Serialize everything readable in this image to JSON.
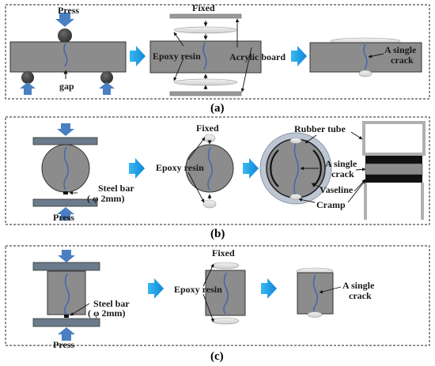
{
  "panel_a": {
    "press": "Press",
    "gap": "gap",
    "fixed": "Fixed",
    "epoxy": "Epoxy resin",
    "acrylic": "Acrylic board",
    "single_crack_1": "A single",
    "single_crack_2": "crack",
    "caption": "(a)"
  },
  "panel_b": {
    "steel_bar_1": "Steel bar",
    "steel_bar_2": "( φ 2mm)",
    "press": "Press",
    "fixed": "Fixed",
    "epoxy": "Epoxy resin",
    "rubber_tube": "Rubber tube",
    "single_crack_1": "A single",
    "single_crack_2": "crack",
    "vaseline": "Vaseline",
    "cramp": "Cramp",
    "caption": "(b)"
  },
  "panel_c": {
    "steel_bar_1": "Steel bar",
    "steel_bar_2": "( φ 2mm)",
    "press": "Press",
    "fixed": "Fixed",
    "epoxy": "Epoxy resin",
    "single_crack_1": "A single",
    "single_crack_2": "crack",
    "caption": "(c)"
  },
  "colors": {
    "specimen": "#8c8c8c",
    "platen": "#6b7b8c",
    "arrow_blue": "#4a7fc1",
    "step_arrow": "#1ea1e6",
    "crack": "#3a66b0"
  }
}
